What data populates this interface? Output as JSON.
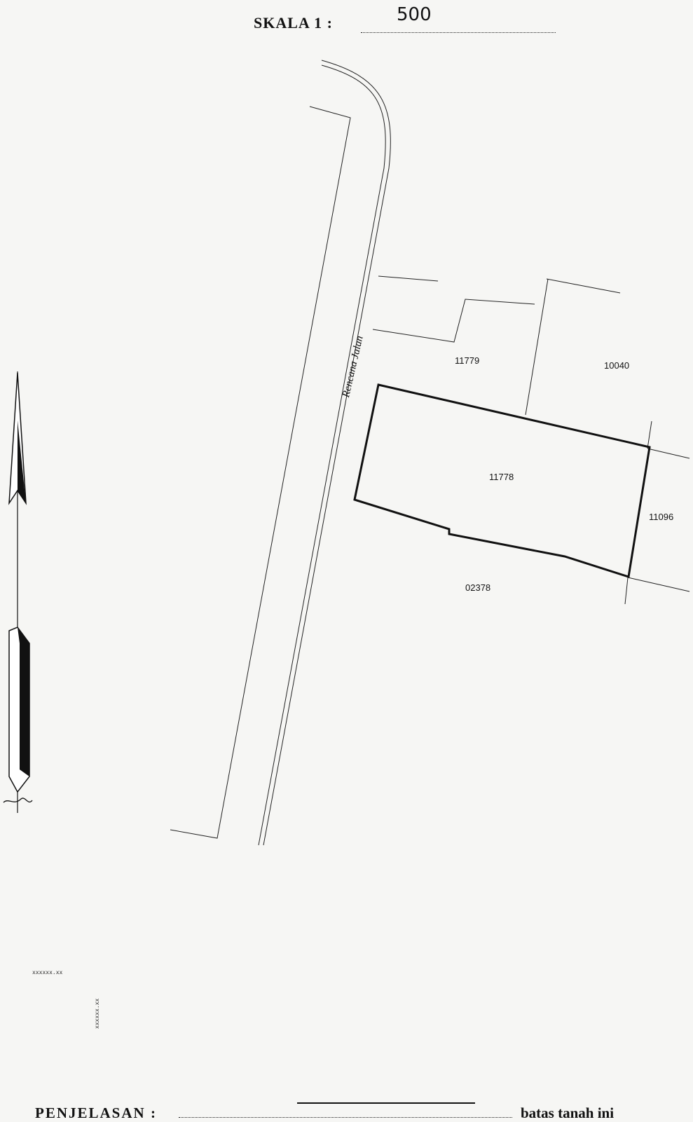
{
  "scale": {
    "label": "SKALA 1 :",
    "value": "500"
  },
  "road": {
    "label": "Rencana Jalan"
  },
  "parcels": [
    {
      "id": "11779"
    },
    {
      "id": "10040"
    },
    {
      "id": "11778"
    },
    {
      "id": "11096"
    },
    {
      "id": "02378"
    }
  ],
  "codes": {
    "horizontal": "xxxxxx.xx",
    "vertical": "xxxxxx.xx"
  },
  "legend": {
    "title": "PENJELASAN :",
    "text": "batas tanah ini"
  },
  "north_arrow": {
    "icon": "north-arrow-icon"
  },
  "colors": {
    "line": "#111111",
    "paper": "#f6f6f4"
  }
}
